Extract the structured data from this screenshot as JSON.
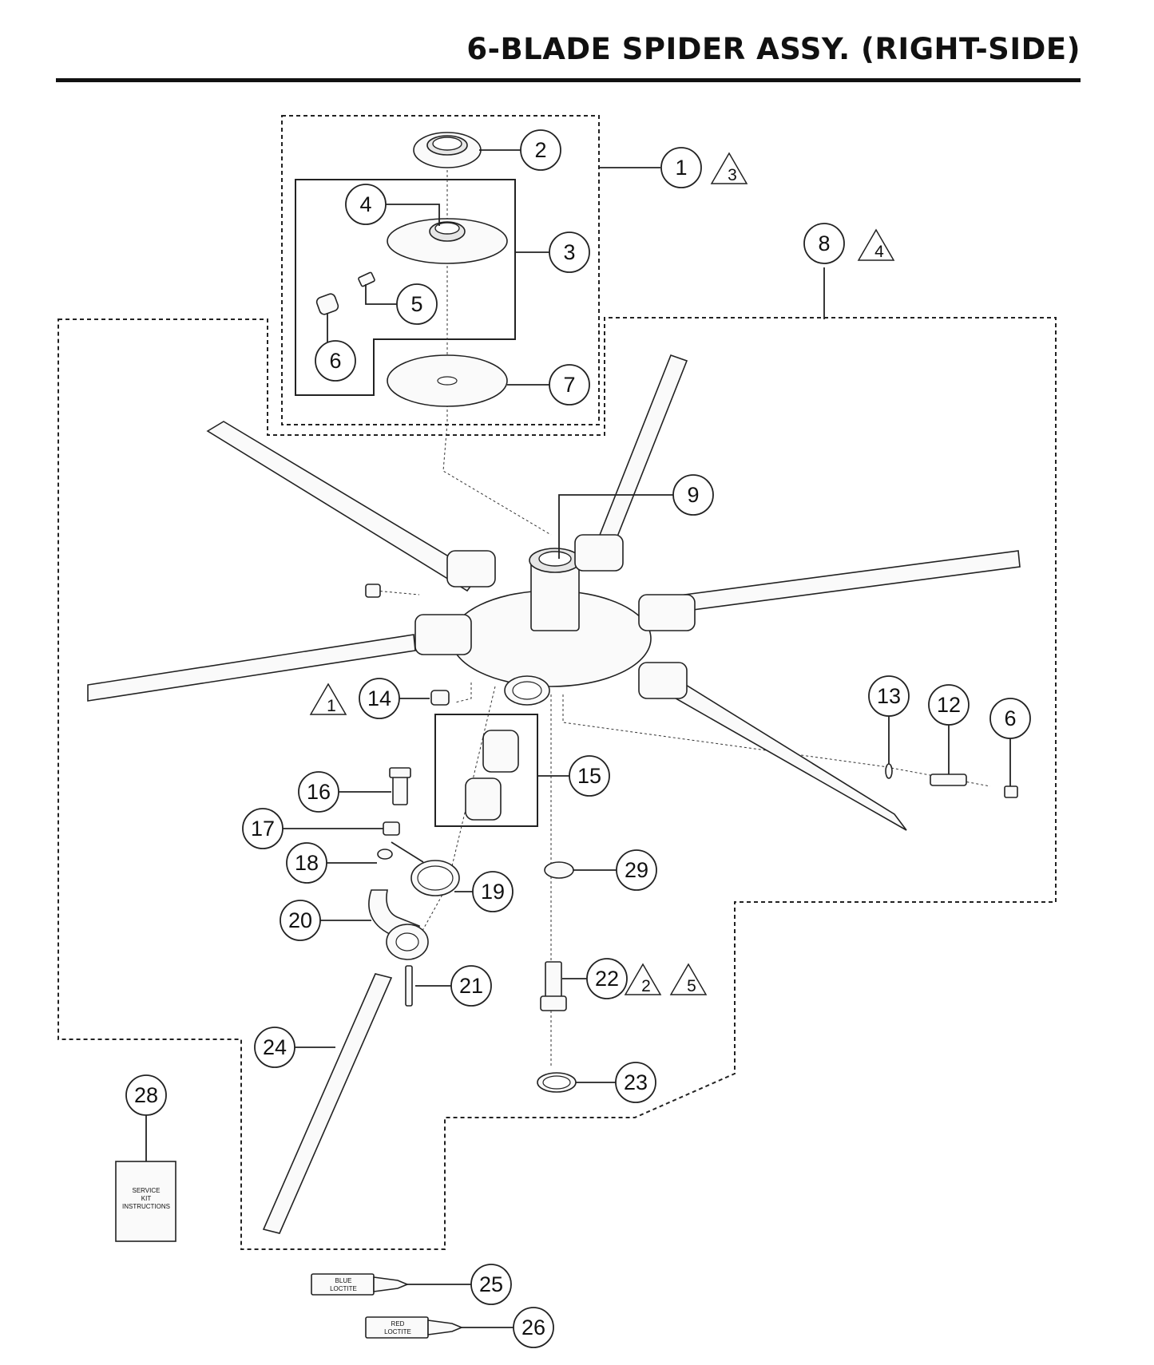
{
  "title": "6-BLADE SPIDER ASSY. (RIGHT-SIDE)",
  "callouts": [
    "1",
    "2",
    "3",
    "4",
    "5",
    "6",
    "7",
    "8",
    "9",
    "12",
    "13",
    "14",
    "15",
    "16",
    "17",
    "18",
    "19",
    "20",
    "21",
    "22",
    "23",
    "24",
    "25",
    "26",
    "28",
    "29"
  ],
  "callout_6b": "6",
  "warnings": {
    "w1": "1",
    "w2": "2",
    "w3": "3",
    "w4": "4",
    "w5": "5"
  },
  "labels": {
    "kit_line1": "SERVICE",
    "kit_line2": "KIT",
    "kit_line3": "INSTRUCTIONS",
    "blue_line1": "BLUE",
    "blue_line2": "LOCTITE",
    "red_line1": "RED",
    "red_line2": "LOCTITE"
  }
}
